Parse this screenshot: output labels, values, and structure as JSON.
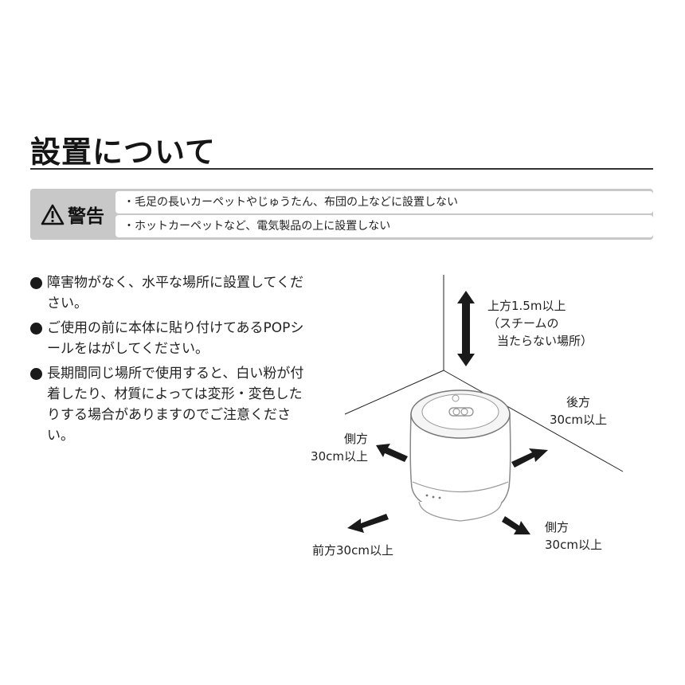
{
  "title": "設置について",
  "warning": {
    "label": "警告",
    "items": [
      "・毛足の長いカーペットやじゅうたん、布団の上などに設置しない",
      "・ホットカーペットなど、電気製品の上に設置しない"
    ]
  },
  "instructions": [
    "障害物がなく、水平な場所に設置してください。",
    "ご使用の前に本体に貼り付けてあるPOPシールをはがしてください。",
    "長期間同じ場所で使用すると、白い粉が付着したり、材質によっては変形・変色したりする場合がありますのでご注意ください。"
  ],
  "diagram": {
    "top": {
      "line1": "上方1.5m以上",
      "line2": "（スチームの",
      "line3": "当たらない場所）"
    },
    "back": {
      "line1": "後方",
      "line2": "30cm以上"
    },
    "side_left": {
      "line1": "側方",
      "line2": "30cm以上"
    },
    "side_right": {
      "line1": "側方",
      "line2": "30cm以上"
    },
    "front": "前方30cm以上"
  }
}
